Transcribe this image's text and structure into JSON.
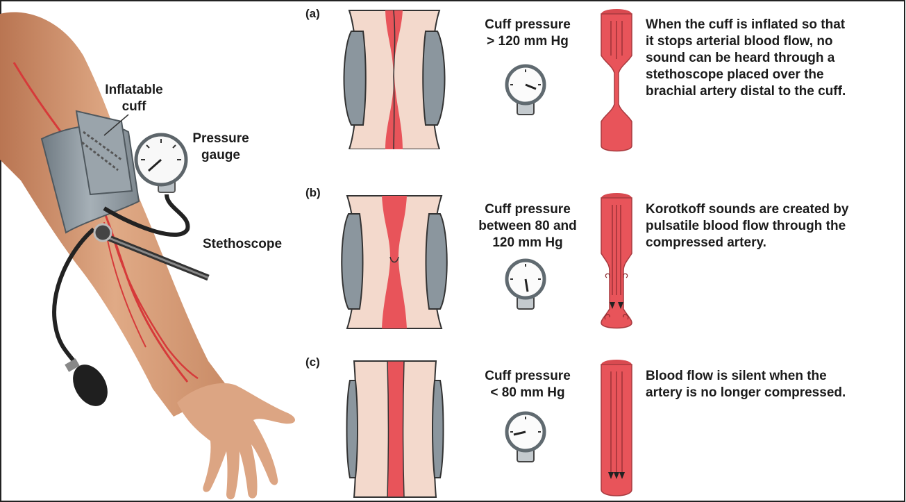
{
  "labels": {
    "cuff": [
      "Inflatable",
      "cuff"
    ],
    "gauge": [
      "Pressure",
      "gauge"
    ],
    "stethoscope": "Stethoscope"
  },
  "panels": [
    {
      "letter": "(a)",
      "pressure": [
        "Cuff pressure",
        "> 120 mm Hg"
      ],
      "description": [
        "When the cuff is inflated so that",
        "it stops arterial blood flow, no",
        "sound can be heard through a",
        "stethoscope placed over the",
        "brachial artery distal to the cuff."
      ]
    },
    {
      "letter": "(b)",
      "pressure": [
        "Cuff pressure",
        "between 80 and",
        "120 mm Hg"
      ],
      "description": [
        "Korotkoff sounds are created by",
        "pulsatile blood flow through the",
        "compressed artery."
      ]
    },
    {
      "letter": "(c)",
      "pressure": [
        "Cuff pressure",
        "< 80 mm Hg"
      ],
      "description": [
        "Blood flow is silent when the",
        "artery is no longer compressed."
      ]
    }
  ],
  "colors": {
    "artery": "#e8545a",
    "artery_dark": "#c23a40",
    "tissue": "#f3d9cc",
    "cuff_gray": "#8b969e",
    "skin": "#d9a07c"
  }
}
